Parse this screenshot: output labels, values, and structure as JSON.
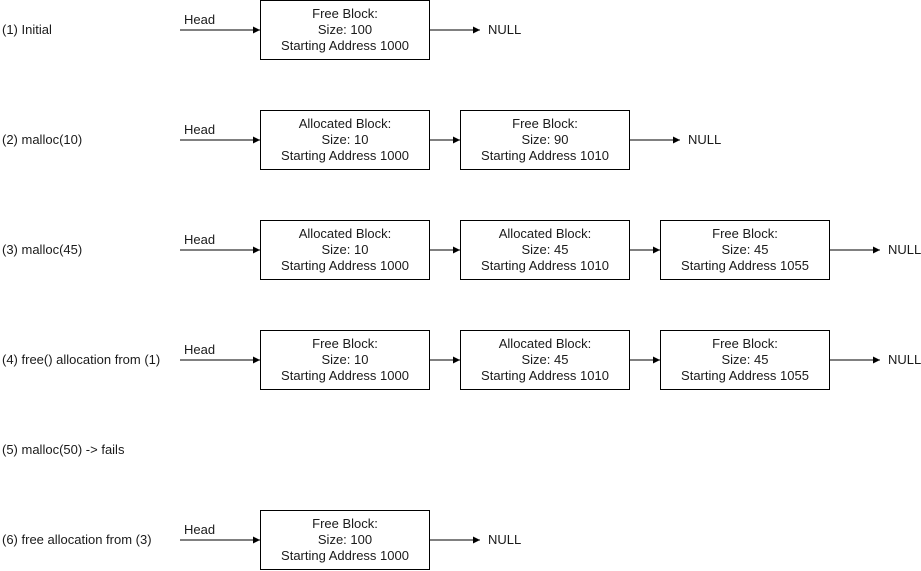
{
  "head_label": "Head",
  "null_label": "NULL",
  "steps": [
    {
      "label": "(1) Initial",
      "blocks": [
        {
          "title": "Free Block:",
          "size": "Size: 100",
          "address": "Starting Address 1000"
        }
      ]
    },
    {
      "label": "(2) malloc(10)",
      "blocks": [
        {
          "title": "Allocated Block:",
          "size": "Size: 10",
          "address": "Starting Address 1000"
        },
        {
          "title": "Free Block:",
          "size": "Size: 90",
          "address": "Starting Address 1010"
        }
      ]
    },
    {
      "label": "(3) malloc(45)",
      "blocks": [
        {
          "title": "Allocated Block:",
          "size": "Size: 10",
          "address": "Starting Address 1000"
        },
        {
          "title": "Allocated Block:",
          "size": "Size: 45",
          "address": "Starting Address 1010"
        },
        {
          "title": "Free Block:",
          "size": "Size: 45",
          "address": "Starting Address 1055"
        }
      ]
    },
    {
      "label": "(4) free() allocation from (1)",
      "blocks": [
        {
          "title": "Free Block:",
          "size": "Size: 10",
          "address": "Starting Address 1000"
        },
        {
          "title": "Allocated Block:",
          "size": "Size: 45",
          "address": "Starting Address 1010"
        },
        {
          "title": "Free Block:",
          "size": "Size: 45",
          "address": "Starting Address 1055"
        }
      ]
    },
    {
      "label": "(5) malloc(50) -> fails",
      "blocks": []
    },
    {
      "label": "(6) free allocation from (3)",
      "blocks": [
        {
          "title": "Free Block:",
          "size": "Size: 100",
          "address": "Starting Address 1000"
        }
      ]
    }
  ]
}
